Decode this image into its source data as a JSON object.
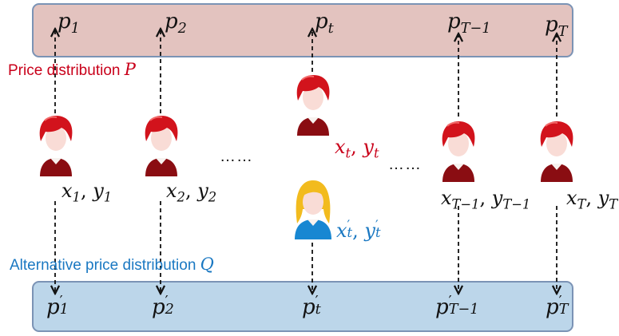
{
  "labels": {
    "price_distribution": "Price distribution ",
    "price_distribution_var": "P",
    "alt_price_distribution": "Alternative price distribution ",
    "alt_price_distribution_var": "Q",
    "ellipsis_left": "……",
    "ellipsis_right": "……"
  },
  "top_prices": [
    {
      "base": "p",
      "sub": "1"
    },
    {
      "base": "p",
      "sub": "2"
    },
    {
      "base": "p",
      "sub": "t"
    },
    {
      "base": "p",
      "sub": "T−1"
    },
    {
      "base": "p",
      "sub": "T"
    }
  ],
  "bottom_prices": [
    {
      "base": "p",
      "sub": "1",
      "prime": "′"
    },
    {
      "base": "p",
      "sub": "2",
      "prime": "′"
    },
    {
      "base": "p",
      "sub": "t",
      "prime": "′"
    },
    {
      "base": "p",
      "sub": "T−1",
      "prime": "′"
    },
    {
      "base": "p",
      "sub": "T",
      "prime": "′"
    }
  ],
  "features": [
    {
      "x": "x",
      "xs": "1",
      "sep": ", ",
      "y": "y",
      "ys": "1"
    },
    {
      "x": "x",
      "xs": "2",
      "sep": ", ",
      "y": "y",
      "ys": "2"
    },
    {
      "x": "x",
      "xs": "t",
      "sep": ", ",
      "y": "y",
      "ys": "t"
    },
    {
      "x": "x",
      "xs": "T−1",
      "sep": ", ",
      "y": "y",
      "ys": "T−1"
    },
    {
      "x": "x",
      "xs": "T",
      "sep": ", ",
      "y": "y",
      "ys": "T"
    }
  ],
  "alt_feature": {
    "x": "x",
    "xs": "t",
    "xp": "′",
    "sep": ", ",
    "y": "y",
    "ys": "t",
    "yp": "′"
  },
  "colors": {
    "top_band": "#e3c3bf",
    "bottom_band": "#bcd6ea",
    "band_border": "#7b93b5",
    "red_label": "#c9001a",
    "blue_label": "#1a78c2",
    "red_hair": "#d2131c",
    "blonde_hair": "#f2bb1e"
  },
  "icons": {
    "consumer": "red-haired-person-icon",
    "alternative_consumer": "blonde-person-icon"
  }
}
